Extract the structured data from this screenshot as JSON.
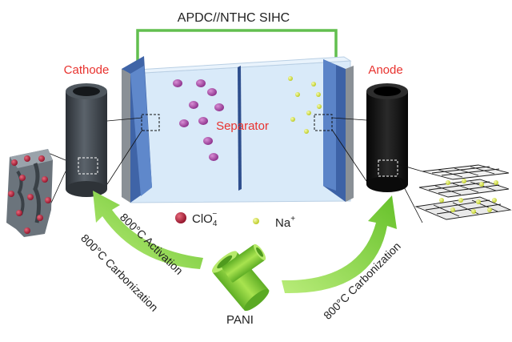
{
  "title": "APDC//NTHC SIHC",
  "labels": {
    "cathode": "Cathode",
    "anode": "Anode",
    "separator": "Separator",
    "precursor": "PANI",
    "left_outer_arrow": "800°C Carbonization",
    "left_inner_arrow": "800°C Activation",
    "right_arrow": "800°C Carbonization"
  },
  "legend": {
    "anion_base": "ClO",
    "anion_sub": "4",
    "anion_sup": "−",
    "cation_base": "Na",
    "cation_sup": "+"
  },
  "colors": {
    "title_text": "#222222",
    "accent_red": "#e8322e",
    "wire_green": "#62bf4f",
    "arrow_green": "#7fcf3a",
    "electrolyte": "#d7e9f9",
    "electrode_blue": "#4a73b8",
    "anion": "#a84aa6",
    "anion_legend": "#b0203a",
    "cation": "#d7e63d",
    "cathode_tube": "#3c4248",
    "anode_tube": "#111111",
    "pani_tube": "#8fd13d"
  }
}
